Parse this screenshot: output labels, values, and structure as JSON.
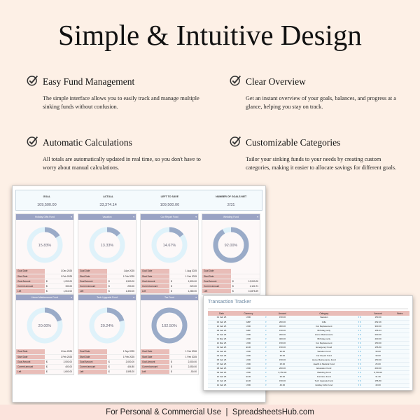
{
  "title": "Simple & Intuitive Design",
  "features": [
    {
      "title": "Easy Fund Management",
      "text": "The simple interface allows you to easily track and manage multiple sinking funds without confusion."
    },
    {
      "title": "Clear Overview",
      "text": "Get an instant overview of your goals, balances, and progress at a glance, helping you stay on track."
    },
    {
      "title": "Automatic Calculations",
      "text": "All totals are automatically updated in real time, so you don't have to worry about manual calculations."
    },
    {
      "title": "Customizable Categories",
      "text": "Tailor your sinking funds to your needs by creating custom categories, making it easier to allocate savings for different goals."
    }
  ],
  "summary": [
    {
      "label": "GOAL",
      "value": "109,500.00"
    },
    {
      "label": "ACTUAL",
      "value": "33,374.14"
    },
    {
      "label": "LEFT TO SAVE",
      "value": "109,500.00"
    },
    {
      "label": "NUMBER OF GOALS MET",
      "value": "2/31"
    }
  ],
  "row_labels": [
    "Goal Date",
    "Start Date",
    "Goal Amount",
    "Current amount",
    "Left"
  ],
  "currency_symbol": "$",
  "funds": [
    {
      "name": "Holiday Gifts Fund",
      "pct": 15.83,
      "pct_label": "15.83%",
      "goal_date": "1 Dec 2025",
      "start_date": "1 Feb 2025",
      "goal": "1,200.00",
      "current": "190.00",
      "left": "1,010.00"
    },
    {
      "name": "Vacation",
      "pct": 13.33,
      "pct_label": "13.33%",
      "goal_date": "1 Apr 2025",
      "start_date": "1 Feb 2025",
      "goal": "1,500.00",
      "current": "200.00",
      "left": "1,300.00"
    },
    {
      "name": "Car Repair Fund",
      "pct": 14.67,
      "pct_label": "14.67%",
      "goal_date": "1 Aug 2025",
      "start_date": "1 Feb 2025",
      "goal": "1,500.00",
      "current": "220.00",
      "left": "1,280.00"
    },
    {
      "name": "Wedding Fund",
      "pct": 92.0,
      "pct_label": "92.00%",
      "goal_date": "",
      "start_date": "",
      "goal": "12,000.00",
      "current": "1,124.71",
      "left": "10,875.29"
    },
    {
      "name": "Home Maintenance Fund",
      "pct": 20.0,
      "pct_label": "20.00%",
      "goal_date": "1 Nov 2025",
      "start_date": "1 Feb 2025",
      "goal": "2,000.00",
      "current": "400.00",
      "left": "1,600.00"
    },
    {
      "name": "Tech Upgrade Fund",
      "pct": 20.24,
      "pct_label": "20.24%",
      "goal_date": "1 Sep 2025",
      "start_date": "1 Feb 2025",
      "goal": "2,000.00",
      "current": "404.80",
      "left": "1,595.20"
    },
    {
      "name": "Tax Fund",
      "pct": 102.5,
      "pct_label": "102.50%",
      "goal_date": "1 Feb 2026",
      "start_date": "1 Feb 2025",
      "goal": "2,000.00",
      "current": "2,050.00",
      "left": "-50.00"
    }
  ],
  "tracker": {
    "title": "Transaction Tracker",
    "columns": [
      "Date",
      "Currency",
      "",
      "Amount",
      "Category",
      "",
      "Amount",
      "Notes"
    ],
    "rows": [
      [
        "01 Feb 25",
        "USD",
        "150.00",
        "Vacation",
        "150.00"
      ],
      [
        "02 Feb 25",
        "GBP",
        "200.00",
        "Gifts",
        "252.49"
      ],
      [
        "10 Feb 25",
        "USD",
        "300.00",
        "Car Replacement",
        "300.00"
      ],
      [
        "08 Feb 25",
        "GBP",
        "150.00",
        "Birthday party",
        "156.34"
      ],
      [
        "10 Feb 25",
        "USD",
        "200.00",
        "Home Maintenance",
        "200.00"
      ],
      [
        "01 Mar 25",
        "USD",
        "400.00",
        "Birthday party",
        "400.00"
      ],
      [
        "12 Mar 25",
        "USD",
        "150.00",
        "Car Replacement",
        "150.00"
      ],
      [
        "01 Feb 25",
        "EUR",
        "150.00",
        "Emergency Fund",
        "156.80"
      ],
      [
        "01 Feb 25",
        "USD",
        "30.00",
        "Vacation Fund",
        "30.00"
      ],
      [
        "03 Feb 25",
        "USD",
        "30.00",
        "Car Repair Fund",
        "30.00"
      ],
      [
        "05 Feb 25",
        "USD",
        "150.00",
        "Home Maintenance Fund",
        "150.00"
      ],
      [
        "07 Feb 25",
        "USD",
        "25.00",
        "Health & Medical Fund",
        "25.00"
      ],
      [
        "08 Feb 25",
        "USD",
        "200.00",
        "Education Fund",
        "200.00"
      ],
      [
        "09 Feb 25",
        "USD",
        "8,750.00",
        "Wedding Fund",
        "8,750.00"
      ],
      [
        "10 Feb 25",
        "EUR",
        "30.00",
        "Furniture Fund",
        "31.36"
      ],
      [
        "12 Feb 25",
        "EUR",
        "150.00",
        "Tech Upgrade Fund",
        "156.80"
      ],
      [
        "14 Feb 25",
        "USD",
        "40.00",
        "Holiday Gifts Fund",
        "40.00"
      ]
    ]
  },
  "footer": "For Personal & Commercial Use  |  SpreadsheetsHub.com",
  "colors": {
    "header": "#9aa3c4",
    "ring_bg": "#dff2fa",
    "ring_fg": "#9aabc8",
    "label_bg": "#e9bdb8"
  }
}
